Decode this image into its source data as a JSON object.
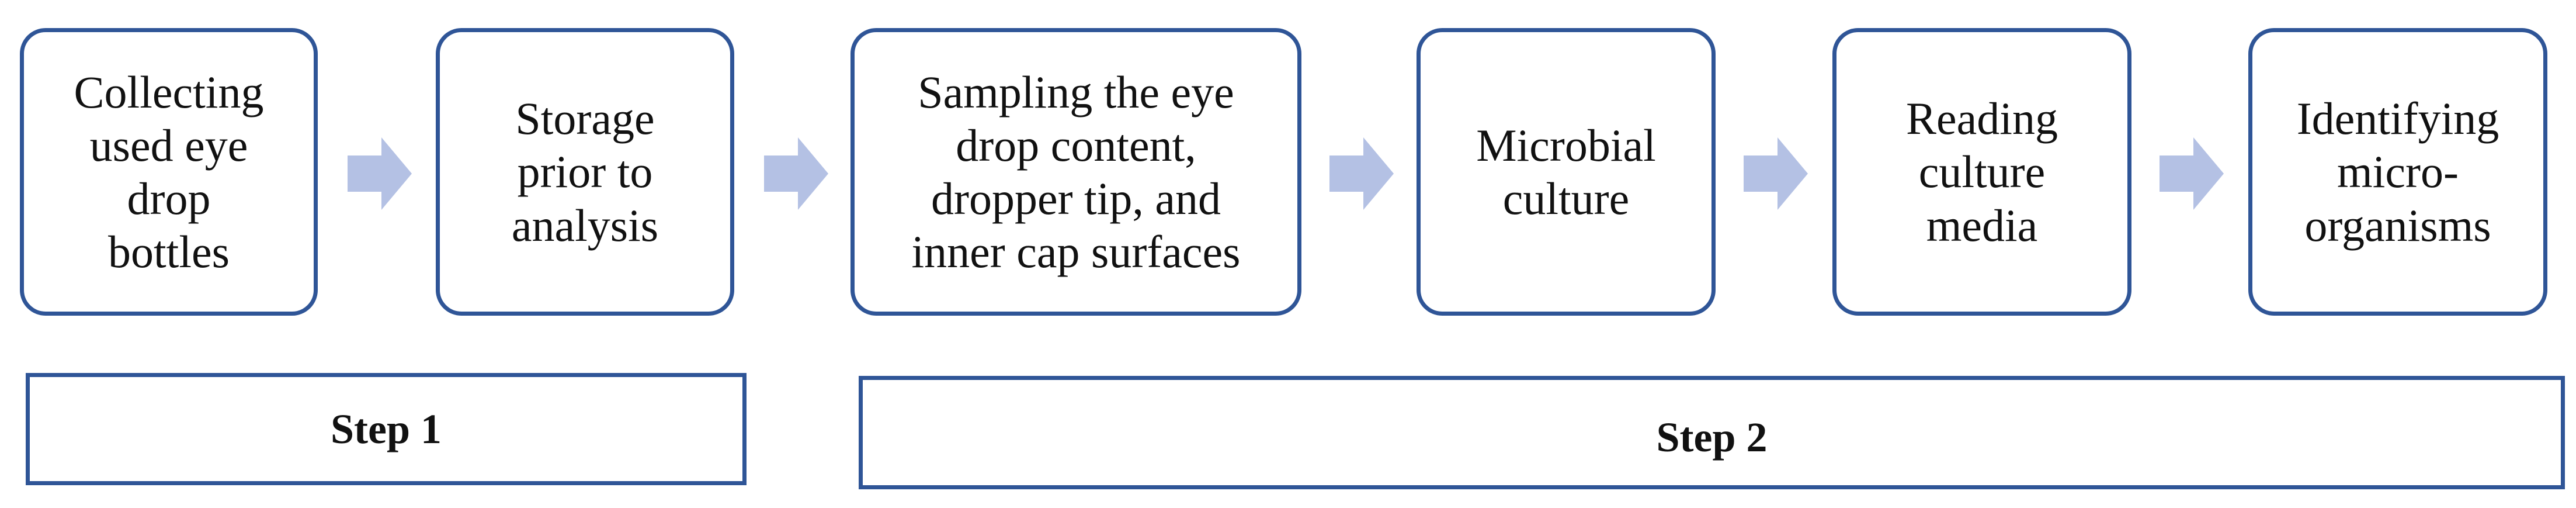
{
  "process_boxes": [
    {
      "label": "Collecting\nused eye\ndrop\nbottles"
    },
    {
      "label": "Storage\nprior to\nanalysis"
    },
    {
      "label": "Sampling the eye\ndrop content,\ndropper tip, and\ninner cap surfaces"
    },
    {
      "label": "Microbial\nculture"
    },
    {
      "label": "Reading\nculture\nmedia"
    },
    {
      "label": "Identifying\nmicro-\norganisms"
    }
  ],
  "steps": [
    {
      "label": "Step 1"
    },
    {
      "label": "Step 2"
    }
  ],
  "colors": {
    "box_border": "#2f5597",
    "arrow_fill": "#b4c1e4",
    "text": "#111111"
  },
  "icons": {
    "arrow": "right-arrow-icon"
  }
}
